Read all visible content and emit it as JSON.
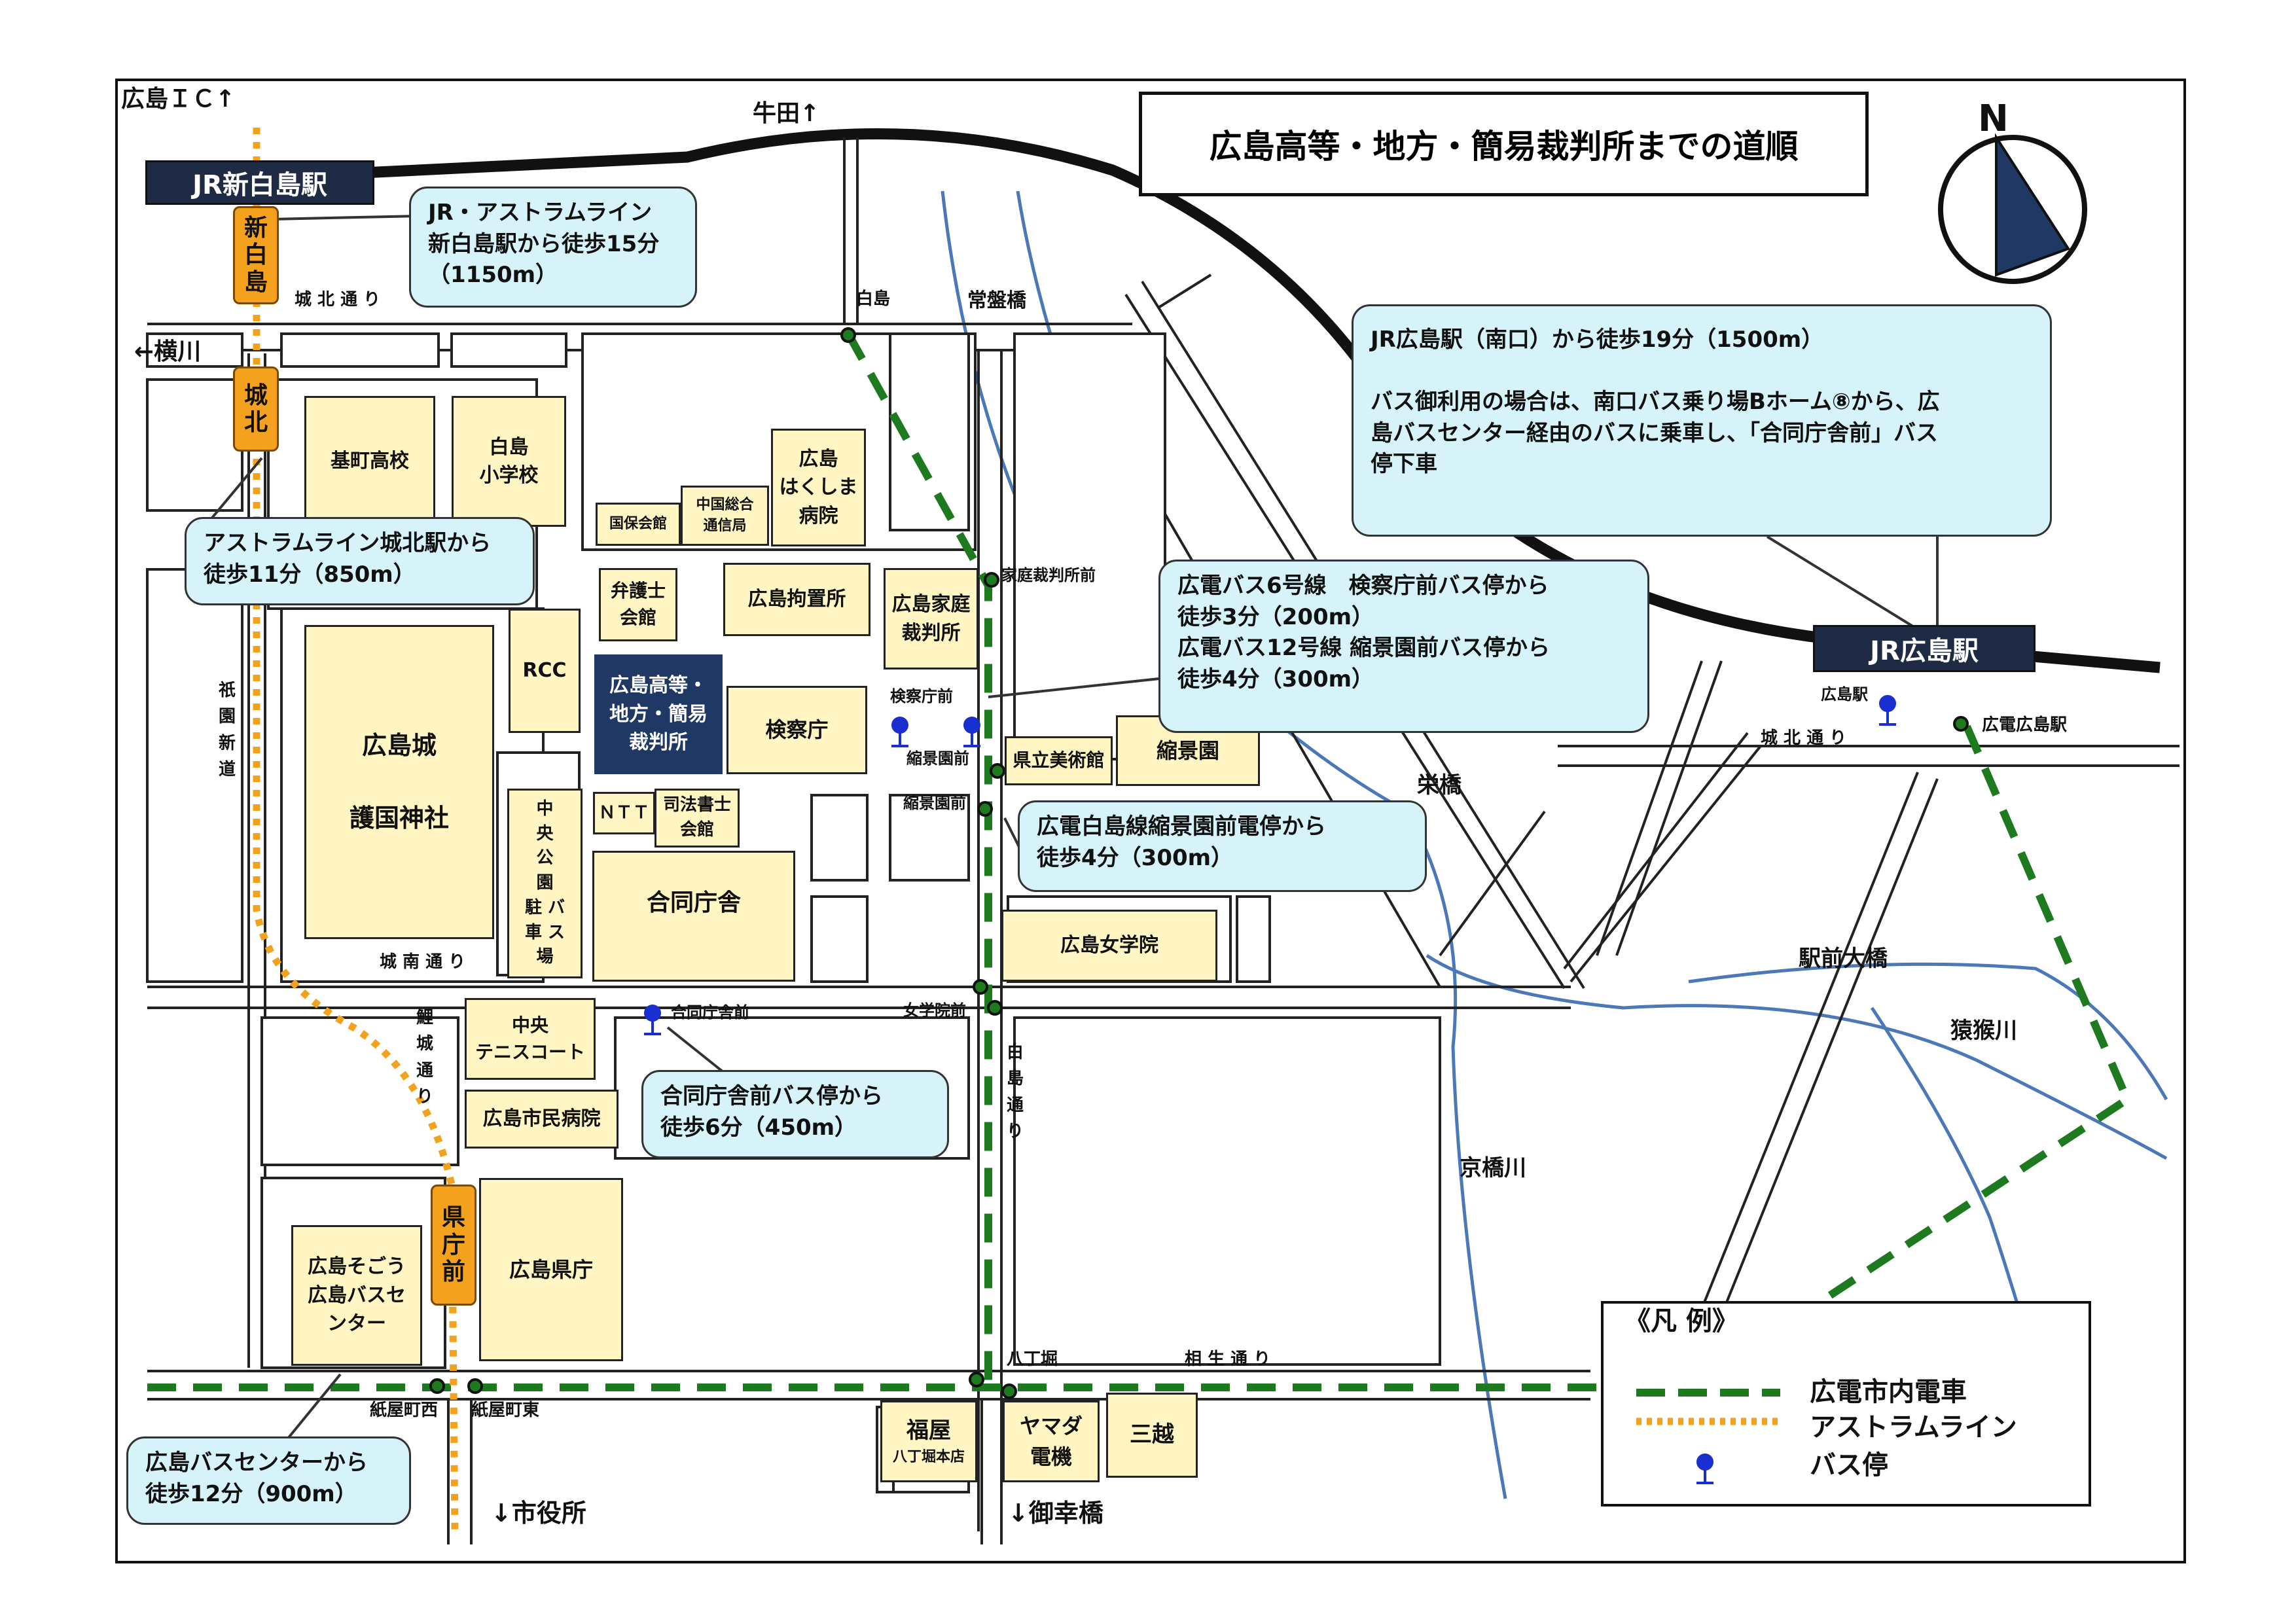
{
  "title": "広島高等・地方・簡易裁判所までの道順",
  "compass": {
    "letter": "N",
    "icon": "north-arrow-icon"
  },
  "colors": {
    "tram": "#1e7a1e",
    "astram": "#f4a21d",
    "river": "#4a78b8",
    "court": "#1f3864",
    "building": "#fff6c4",
    "callout": "#d6f3fa",
    "busstop": "#1a2fd0"
  },
  "stations": {
    "shinhakushima": "JR新白島駅",
    "hiroshima": "JR広島駅",
    "astram_shinhakushima": "新\n白\n島",
    "astram_jyohoku": "城\n北",
    "astram_kenchomae": "県\n庁\n前"
  },
  "directions": {
    "hiroshima_ic": "広島ＩＣ↑",
    "ushita": "牛田↑",
    "yokogawa": "←横川",
    "shiyakusho": "↓市役所",
    "miyukibashi": "↓御幸橋"
  },
  "streets": {
    "johoku_dori_west": "城 北 通 り",
    "johoku_dori_east": "城 北 通 り",
    "jonan_dori": "城 南 通 り",
    "aioi_dori": "相 生 通 り",
    "gion_shindo": "祇\n園\n新\n道",
    "rijo_dori": "鯉\n城\n通\nり",
    "hakushima_dori": "白\n島\n通\nり"
  },
  "places": {
    "hakushima": "白島",
    "tokiwabashi": "常盤橋",
    "sakaebashi": "栄橋",
    "ekimae_ohashi": "駅前大橋",
    "enkogawa": "猿猴川",
    "kyobashigawa": "京橋川",
    "hatchobori": "八丁堀",
    "kamiyacho_nishi": "紙屋町西",
    "kamiyacho_higashi": "紙屋町東",
    "katei_saibanshomae": "家庭裁判所前",
    "kensatsuchomae": "検察庁前",
    "shukkeienmae_1": "縮景園前",
    "shukkeienmae_2": "縮景園前",
    "jogakuinmae": "女学院前",
    "godochoshamae": "合同庁舎前",
    "hiroshima_eki_stop": "広島駅",
    "hiroden_hiroshima_eki": "広電広島駅"
  },
  "buildings": {
    "motomachi_hs": "基町高校",
    "hakushima_es": "白島\n小学校",
    "hakushima_hospital": "広島\nはくしま\n病院",
    "kokuho_kaikan": "国保会館",
    "chugoku_tsushinkyoku": "中国総合\n通信局",
    "bengoshi_kaikan": "弁護士\n会館",
    "kochisho": "広島拘置所",
    "katei_saibansho": "広島家庭\n裁判所",
    "rcc": "RCC",
    "hiroshima_castle": "広島城\n\n護国神社",
    "court": "広島高等・\n地方・簡易\n裁判所",
    "kensatsucho": "検察庁",
    "kenritsu_bijutsukan": "県立美術館",
    "shukkeien": "縮景園",
    "ntt": "ＮＴＴ",
    "shihoshoshi_kaikan": "司法書士\n会館",
    "chuo_koen_parking": "中\n央\n公\n園\n駐 バ\n車 ス\n場",
    "godochosha": "合同庁舎",
    "jogakuin": "広島女学院",
    "chuo_tennis": "中央\nテニスコート",
    "shimin_hospital": "広島市民病院",
    "sogo_bus_center": "広島そごう\n広島バスセ\nンター",
    "kencho": "広島県庁",
    "fukuya": "福屋",
    "fukuya_sub": "八丁堀本店",
    "yamada": "ヤマダ\n電機",
    "mitsukoshi": "三越"
  },
  "callouts": {
    "shinhakushima": "JR・アストラムライン\n新白島駅から徒歩15分\n（1150m）",
    "jyohoku": "アストラムライン城北駅から\n徒歩11分（850m）",
    "jr_hiroshima": "JR広島駅（南口）から徒歩19分（1500m）\n\nバス御利用の場合は、南口バス乗り場Bホーム⑧から、広\n島バスセンター経由のバスに乗車し、「合同庁舎前」バス\n停下車",
    "hiroden_bus": "広電バス6号線　検察庁前バス停から\n徒歩3分（200m）\n広電バス12号線 縮景園前バス停から\n徒歩4分（300m）",
    "hiroden_tram": "広電白島線縮景園前電停から\n徒歩4分（300m）",
    "godochosha_bus": "合同庁舎前バス停から\n徒歩6分（450m）",
    "bus_center": "広島バスセンターから\n徒歩12分（900m）"
  },
  "legend": {
    "title": "《凡 例》",
    "items": [
      {
        "label": "広電市内電車",
        "icon": "tram-line-icon"
      },
      {
        "label": "アストラムライン",
        "icon": "astram-line-icon"
      },
      {
        "label": "バス停",
        "icon": "bus-stop-icon"
      }
    ]
  }
}
